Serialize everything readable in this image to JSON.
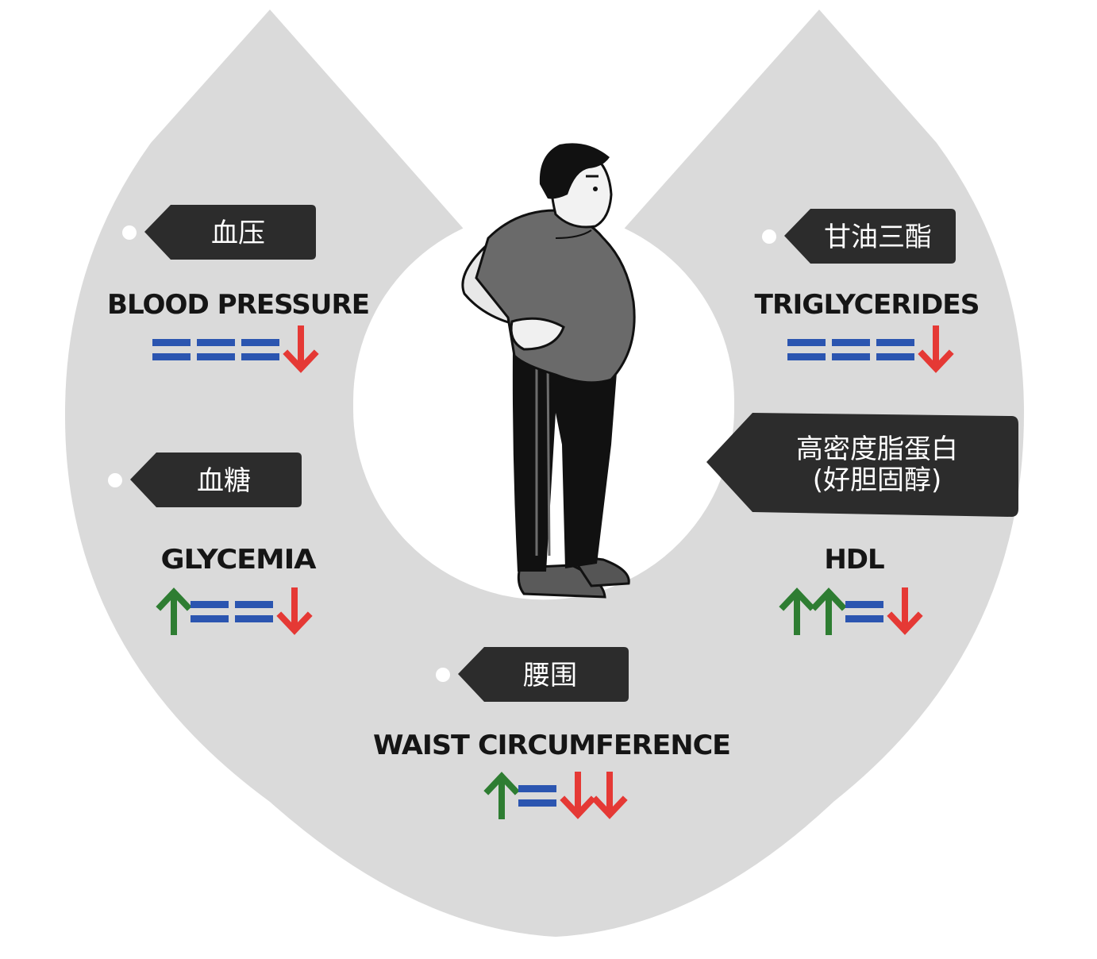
{
  "colors": {
    "background_shape": "#dadada",
    "tag": "#2c2c2c",
    "up": "#2e7d32",
    "equal": "#2b55b0",
    "down": "#e53935"
  },
  "markers": [
    {
      "id": "blood-pressure",
      "tag_label": "血压",
      "name": "BLOOD PRESSURE",
      "trend": [
        "equal",
        "equal",
        "equal",
        "down"
      ]
    },
    {
      "id": "glycemia",
      "tag_label": "血糖",
      "name": "GLYCEMIA",
      "trend": [
        "up",
        "equal",
        "equal",
        "down"
      ]
    },
    {
      "id": "triglycerides",
      "tag_label": "甘油三酯",
      "name": "TRIGLYCERIDES",
      "trend": [
        "equal",
        "equal",
        "equal",
        "down"
      ]
    },
    {
      "id": "hdl",
      "tag_label_line1": "高密度脂蛋白",
      "tag_label_line2": "(好胆固醇)",
      "name": "HDL",
      "trend": [
        "up",
        "up",
        "equal",
        "down"
      ]
    },
    {
      "id": "waist",
      "tag_label": "腰围",
      "name": "WAIST CIRCUMFERENCE",
      "trend": [
        "up",
        "equal",
        "down",
        "down"
      ]
    }
  ],
  "figure": {
    "icon": "standing-man-illustration"
  }
}
